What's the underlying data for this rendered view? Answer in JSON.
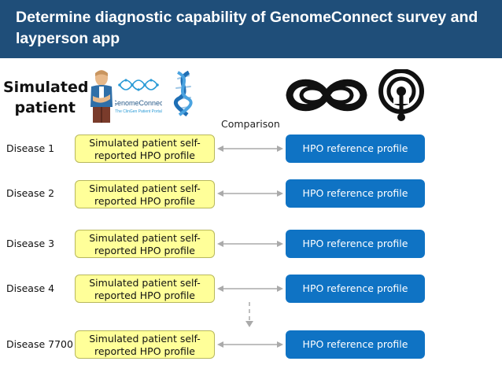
{
  "header": {
    "title": "Determine diagnostic capability of GenomeConnect survey and layperson app",
    "bg_color": "#1f4e79"
  },
  "simulated_label": "Simulated patient",
  "logo": {
    "brand": "GenomeConnect",
    "tagline": "The ClinGen Patient Portal"
  },
  "icons": [
    "person-icon",
    "genomeconnect-logo",
    "dna-helix-icon",
    "infinity-logo-icon",
    "app-signal-icon"
  ],
  "comparison_label": "Comparison",
  "rows": [
    {
      "disease": "Disease 1",
      "patient_profile": "Simulated patient self-reported HPO profile",
      "reference": "HPO reference profile"
    },
    {
      "disease": "Disease 2",
      "patient_profile": "Simulated patient self-reported HPO profile",
      "reference": "HPO reference profile"
    },
    {
      "disease": "Disease 3",
      "patient_profile": "Simulated patient self-reported HPO profile",
      "reference": "HPO reference profile"
    },
    {
      "disease": "Disease 4",
      "patient_profile": "Simulated patient self-reported HPO profile",
      "reference": "HPO reference profile"
    },
    {
      "disease": "Disease 7700",
      "patient_profile": "Simulated  patient self-reported HPO profile",
      "reference": "HPO reference profile"
    }
  ],
  "colors": {
    "yellow_box": "#ffff99",
    "blue_box": "#0f73c4",
    "arrow": "#aaaaaa"
  }
}
